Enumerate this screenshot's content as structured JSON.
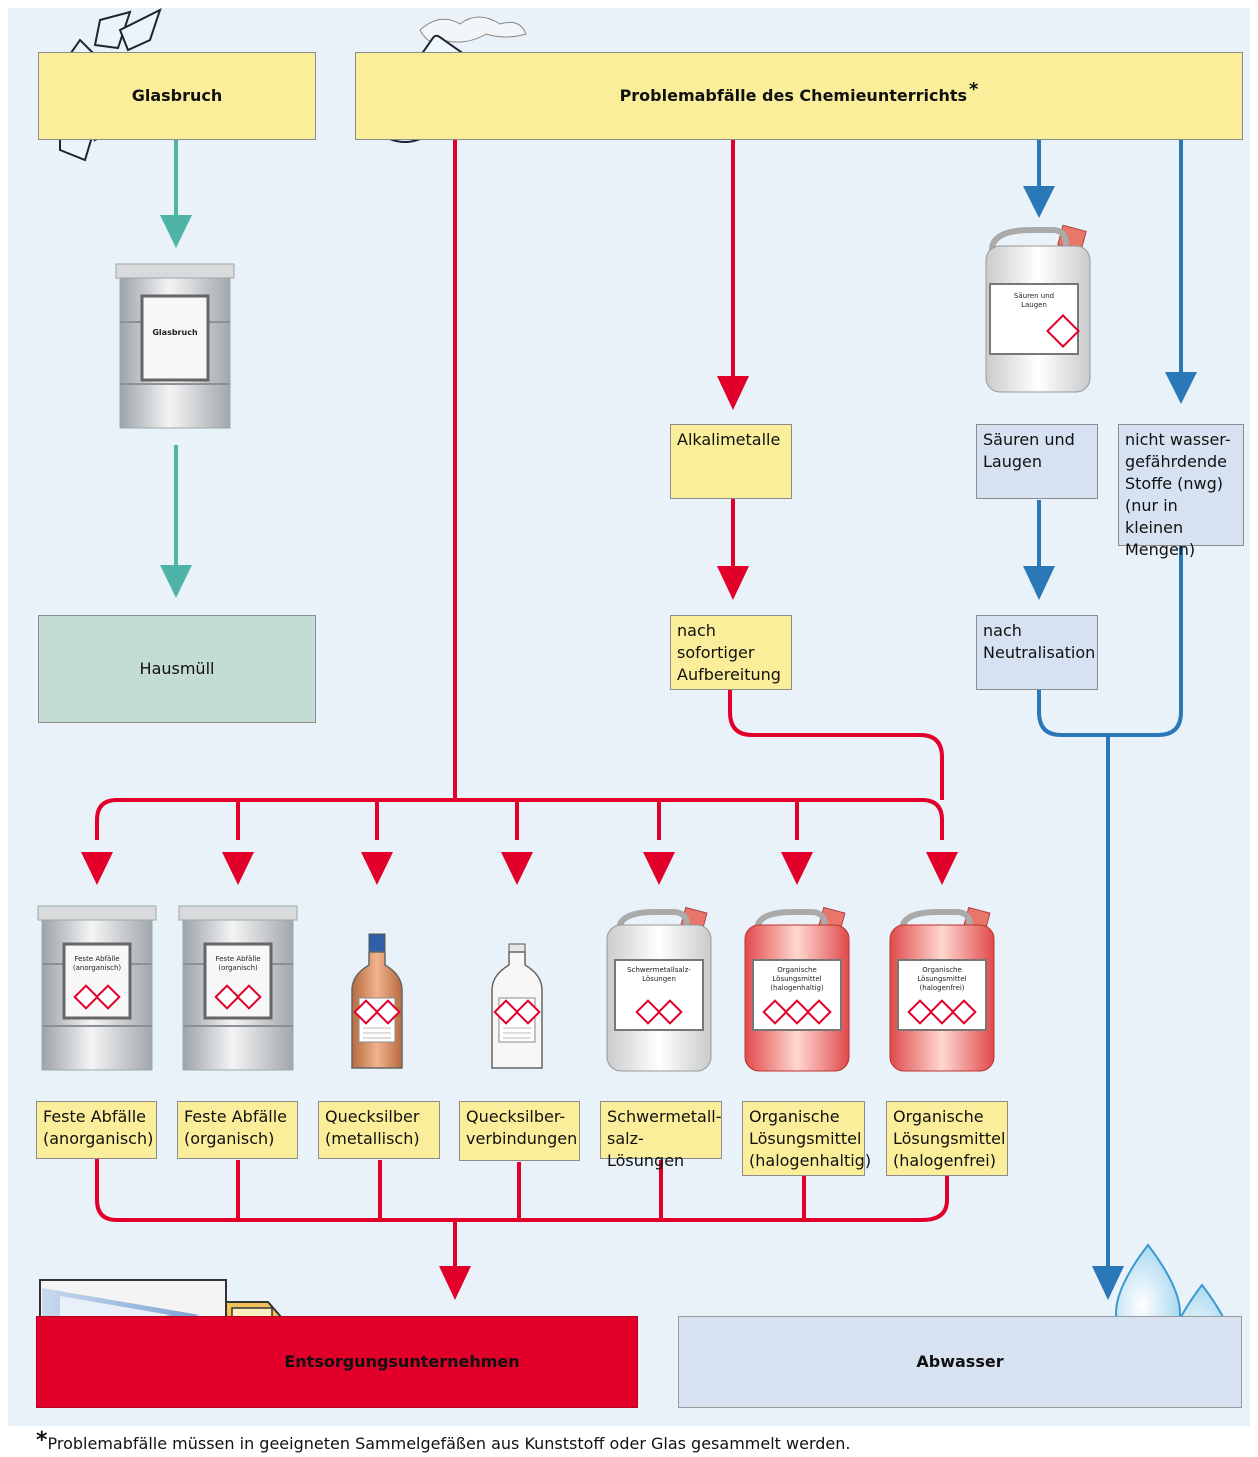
{
  "headers": {
    "glasbruch": "Glasbruch",
    "problem": "Problemabfälle des Chemieunterrichts",
    "problem_star": "*"
  },
  "hausmuell": "Hausmüll",
  "glasbruch_drum_label": "Glasbruch",
  "alkali": [
    "Alkalimetalle"
  ],
  "nach_aufbereitung": [
    "nach",
    "sofortiger",
    "Aufbereitung"
  ],
  "saeuren": [
    "Säuren und",
    "Laugen"
  ],
  "nwg": [
    "nicht wasser-",
    "gefährdende",
    "Stoffe (nwg)",
    "(nur in kleinen",
    "Mengen)"
  ],
  "neutralisation": [
    "nach",
    "Neutralisation"
  ],
  "canister_saeuren_label": [
    "Säuren und",
    "Laugen"
  ],
  "containers": [
    {
      "type": "drum",
      "label": [
        "Feste Abfälle",
        "(anorganisch)"
      ],
      "box": [
        "Feste Abfälle",
        "(anorganisch)"
      ]
    },
    {
      "type": "drum",
      "label": [
        "Feste Abfälle",
        "(organisch)"
      ],
      "box": [
        "Feste Abfälle",
        "(organisch)"
      ]
    },
    {
      "type": "brown-bottle",
      "label": [],
      "box": [
        "Quecksilber",
        "(metallisch)"
      ]
    },
    {
      "type": "clear-bottle",
      "label": [],
      "box": [
        "Quecksilber-",
        "verbindungen"
      ]
    },
    {
      "type": "white-canister",
      "label": [
        "Schwermetallsalz-",
        "Lösungen"
      ],
      "box": [
        "Schwermetall-",
        "salz-Lösungen"
      ]
    },
    {
      "type": "red-canister",
      "label": [
        "Organische",
        "Lösungsmittel",
        "(halogenhaltig)"
      ],
      "box": [
        "Organische",
        "Lösungsmittel",
        "(halogenhaltig)"
      ]
    },
    {
      "type": "red-canister",
      "label": [
        "Organische",
        "Lösungsmittel",
        "(halogenfrei)"
      ],
      "box": [
        "Organische",
        "Lösungsmittel",
        "(halogenfrei)"
      ]
    }
  ],
  "entsorgung": "Entsorgungsunternehmen",
  "abwasser": "Abwasser",
  "footnote": {
    "star": "*",
    "text": "Problemabfälle müssen in geeigneten Sammelgefäßen aus Kunststoff oder Glas gesammelt werden."
  },
  "colors": {
    "red": "#e2002b",
    "blue": "#2a78b8",
    "teal": "#4fb3a6",
    "yellow": "#fbee9a",
    "light_blue": "#d6e2f1",
    "green": "#c3ddd5",
    "panel": "#e9f2f9"
  }
}
